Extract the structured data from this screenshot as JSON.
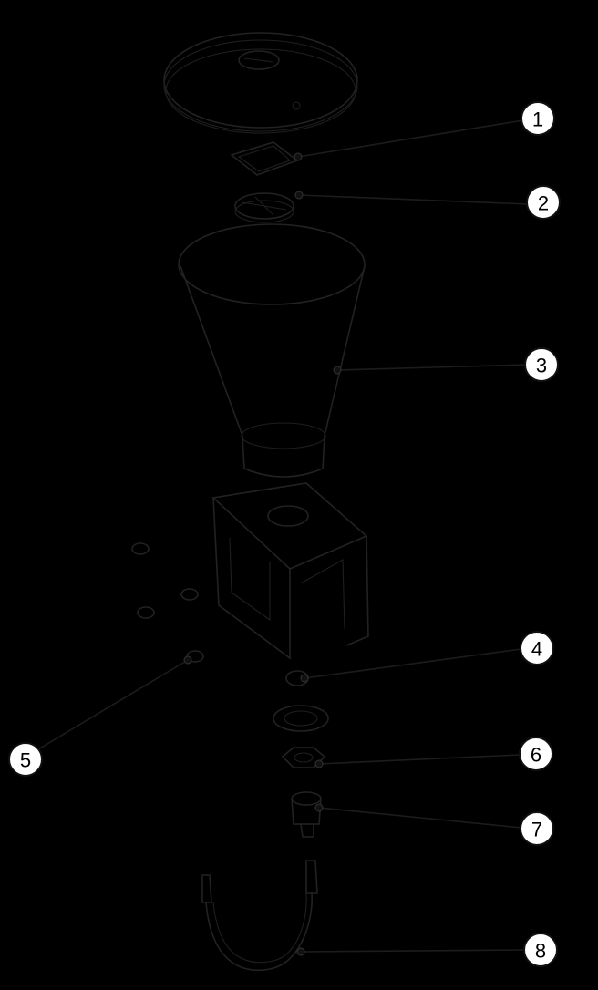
{
  "callouts": [
    {
      "label": "1"
    },
    {
      "label": "2"
    },
    {
      "label": "3"
    },
    {
      "label": "4"
    },
    {
      "label": "5"
    },
    {
      "label": "6"
    },
    {
      "label": "7"
    },
    {
      "label": "8"
    }
  ],
  "colors": {
    "background": "#000000",
    "line": "#222222",
    "callout_fill": "#ffffff",
    "callout_text": "#000000"
  }
}
